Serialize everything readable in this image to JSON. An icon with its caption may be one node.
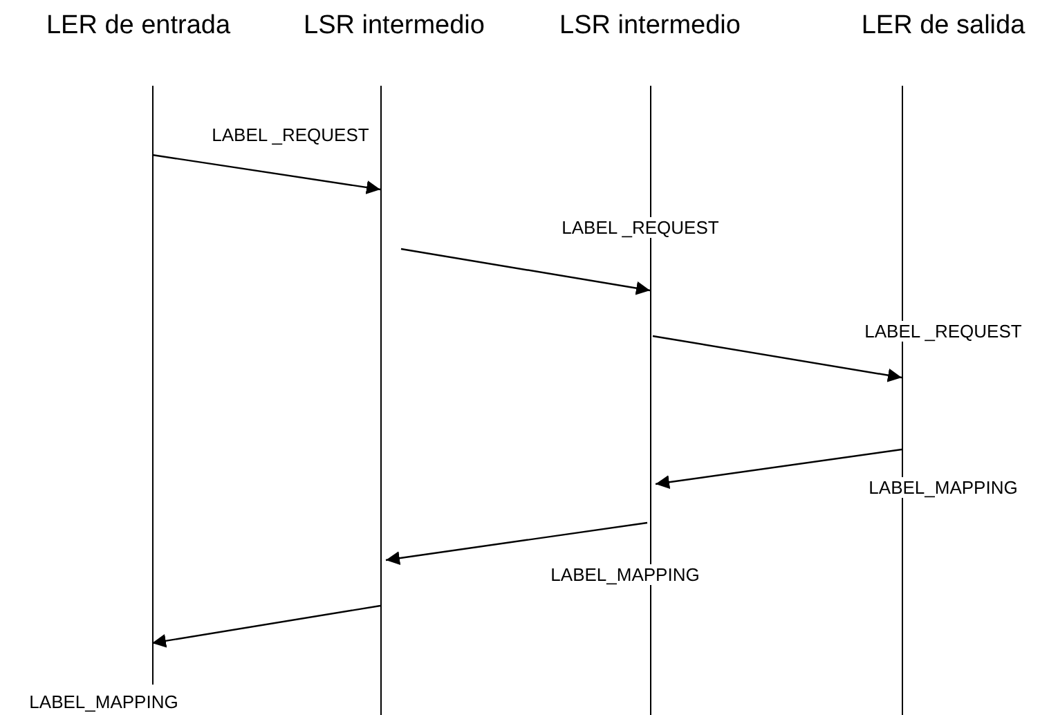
{
  "diagram": {
    "nodes": [
      {
        "text": [
          "LER de entrada"
        ]
      },
      {
        "text": [
          "LSR intermedio"
        ]
      },
      {
        "text": [
          "LSR intermedio"
        ]
      },
      {
        "text": [
          "LER de salida"
        ]
      }
    ],
    "edges": [
      {
        "from": 0,
        "to": 1,
        "arrow": "to",
        "label": "LABEL _REQUEST"
      },
      {
        "from": 1,
        "to": 2,
        "arrow": "to",
        "label": "LABEL _REQUEST"
      },
      {
        "from": 2,
        "to": 3,
        "arrow": "to",
        "label": "LABEL _REQUEST"
      },
      {
        "from": 3,
        "to": 2,
        "arrow": "to",
        "label": "LABEL_MAPPING"
      },
      {
        "from": 2,
        "to": 1,
        "arrow": "to",
        "label": "LABEL_MAPPING"
      },
      {
        "from": 1,
        "to": 0,
        "arrow": "to",
        "label": "LABEL_MAPPING"
      }
    ]
  }
}
